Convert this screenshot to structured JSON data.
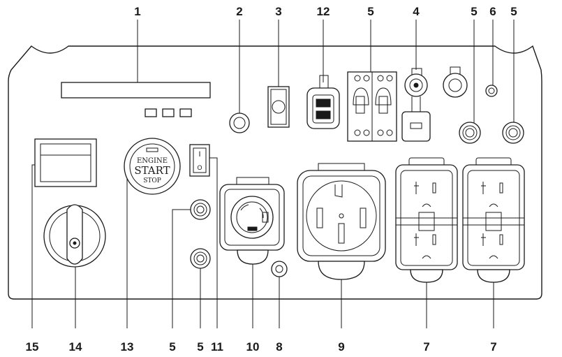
{
  "callouts": {
    "top": [
      "1",
      "2",
      "3",
      "12",
      "5",
      "4",
      "5",
      "6",
      "5"
    ],
    "bottom": [
      "15",
      "14",
      "13",
      "5",
      "5",
      "11",
      "10",
      "8",
      "9",
      "7",
      "7"
    ]
  },
  "engine_button": {
    "line1": "ENGINE",
    "line2": "START",
    "line3": "STOP"
  },
  "rocker_switch": {
    "on_mark": "I",
    "off_mark": "O"
  }
}
